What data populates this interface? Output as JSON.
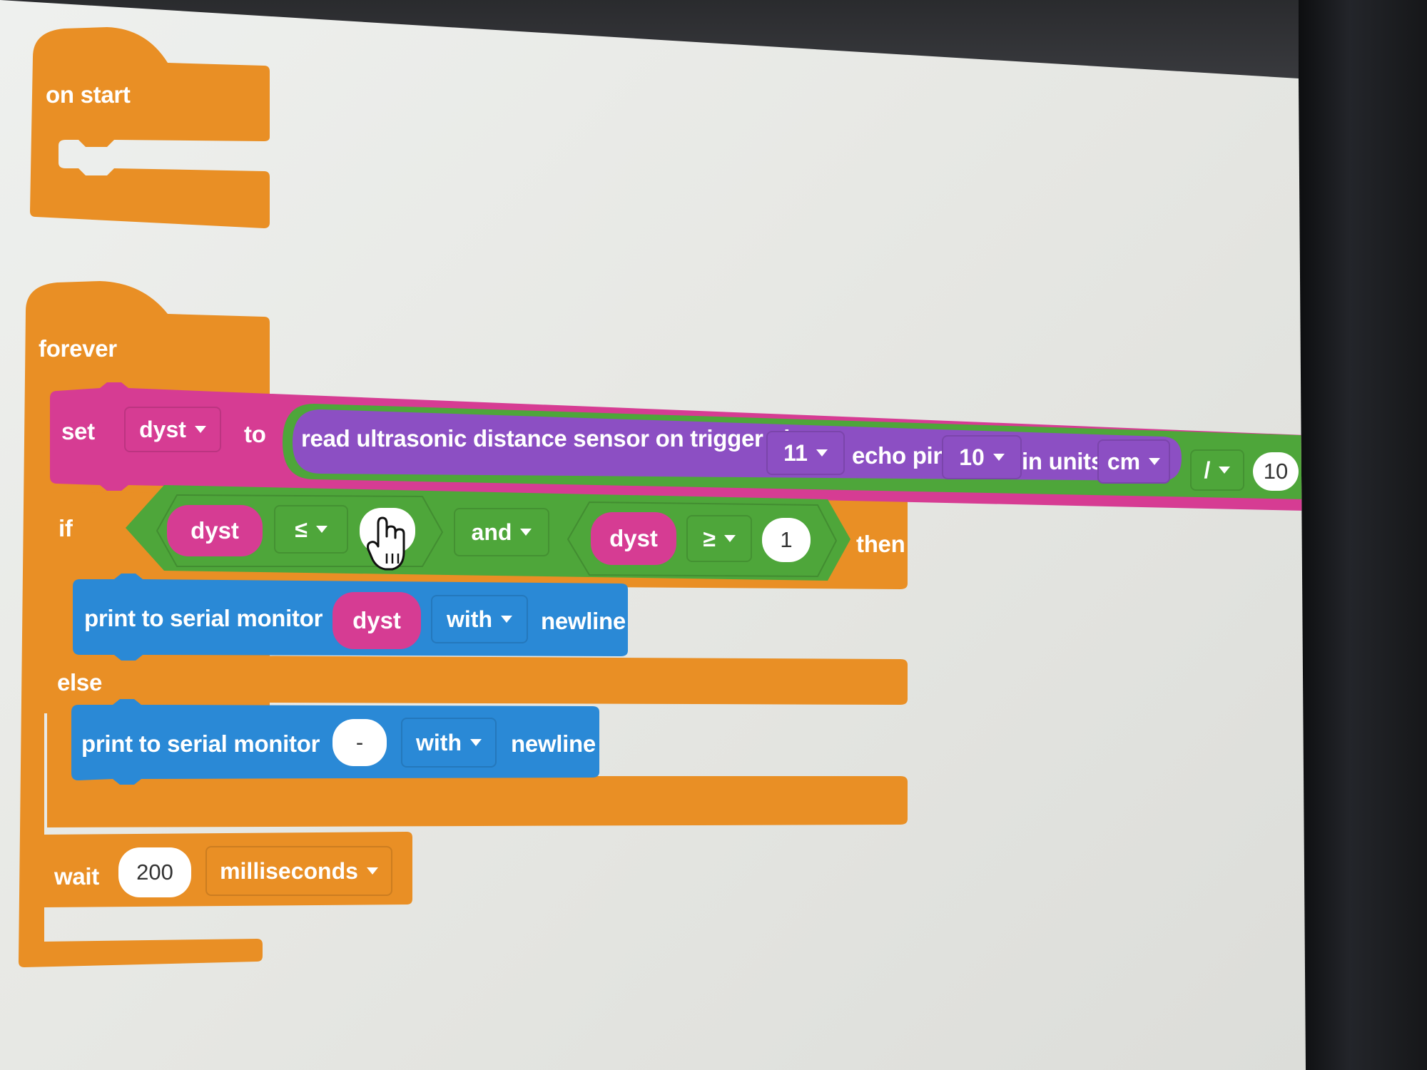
{
  "blocks": {
    "on_start": {
      "label": "on start"
    },
    "forever": {
      "label": "forever"
    },
    "set": {
      "set_label": "set",
      "variable": "dyst",
      "to_label": "to",
      "sensor": {
        "text": "read ultrasonic distance sensor on trigger pin",
        "trigger_pin": "11",
        "echo_label": "echo pin",
        "echo_pin": "10",
        "units_label": "in units",
        "units": "cm"
      },
      "operator": "/",
      "divisor": "10"
    },
    "if": {
      "if_label": "if",
      "left": {
        "variable": "dyst",
        "operator": "≤",
        "value": ""
      },
      "logic": "and",
      "right": {
        "variable": "dyst",
        "operator": "≥",
        "value": "1"
      },
      "then_label": "then"
    },
    "print_then": {
      "text": "print to serial monitor",
      "value": "dyst",
      "mode": "with",
      "newline": "newline"
    },
    "else_label": "else",
    "print_else": {
      "text": "print to serial monitor",
      "value": "-",
      "mode": "with",
      "newline": "newline"
    },
    "wait": {
      "label": "wait",
      "value": "200",
      "unit": "milliseconds"
    }
  },
  "colors": {
    "control": "#e98f25",
    "variable": "#d63c93",
    "sensor": "#8c4fc3",
    "logic": "#4ea63a",
    "serial": "#2a89d6",
    "field": "#ffffff"
  },
  "icons": {
    "cursor": "hand-pointer-icon"
  }
}
